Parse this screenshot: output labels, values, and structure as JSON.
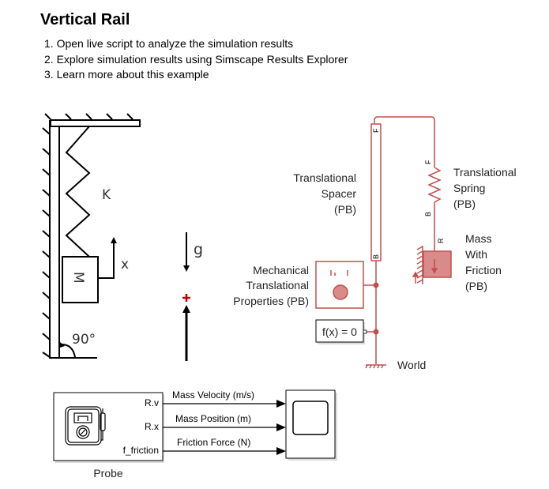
{
  "page": {
    "title": "Vertical Rail",
    "links": [
      "1. Open live script to analyze the simulation results",
      "2. Explore simulation results using Simscape Results Explorer",
      "3. Learn more about this example"
    ]
  },
  "schematic": {
    "spring_label": "K",
    "mass_label": "M",
    "position_label": "x",
    "gravity_label": "g",
    "angle_label": "90°"
  },
  "blocks": {
    "spacer": {
      "label_lines": [
        "Translational",
        "Spacer",
        "(PB)"
      ],
      "port_top": "F",
      "port_bottom": "B"
    },
    "spring": {
      "label_lines": [
        "Translational",
        "Spring",
        "(PB)"
      ],
      "port_top": "F",
      "port_bottom": "B"
    },
    "mass": {
      "label_lines": [
        "Mass",
        "With",
        "Friction",
        "(PB)"
      ],
      "port": "R"
    },
    "properties": {
      "label_lines": [
        "Mechanical",
        "Translational",
        "Properties (PB)"
      ]
    },
    "solver": {
      "label": "f(x) = 0"
    },
    "world": {
      "label": "World"
    },
    "probe": {
      "label": "Probe",
      "ports": [
        "R.v",
        "R.x",
        "f_friction"
      ]
    },
    "scope": {}
  },
  "signals": [
    "Mass Velocity (m/s)",
    "Mass Position (m)",
    "Friction Force (N)"
  ],
  "colors": {
    "physical": "#c0504d",
    "fill": "#d98a8a",
    "block": "#000000"
  }
}
